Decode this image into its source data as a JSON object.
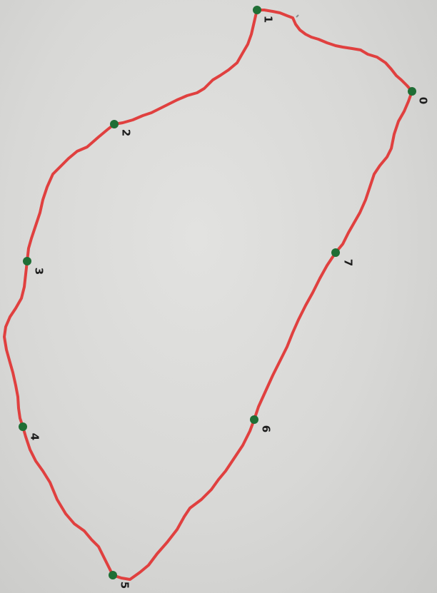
{
  "diagram": {
    "path_color": "#e0403f",
    "point_color": "#1f6e35",
    "label_color": "#1d1d1d",
    "points": [
      {
        "label": "0"
      },
      {
        "label": "1"
      },
      {
        "label": "2"
      },
      {
        "label": "3"
      },
      {
        "label": "4"
      },
      {
        "label": "5"
      },
      {
        "label": "6"
      },
      {
        "label": "7"
      }
    ]
  }
}
